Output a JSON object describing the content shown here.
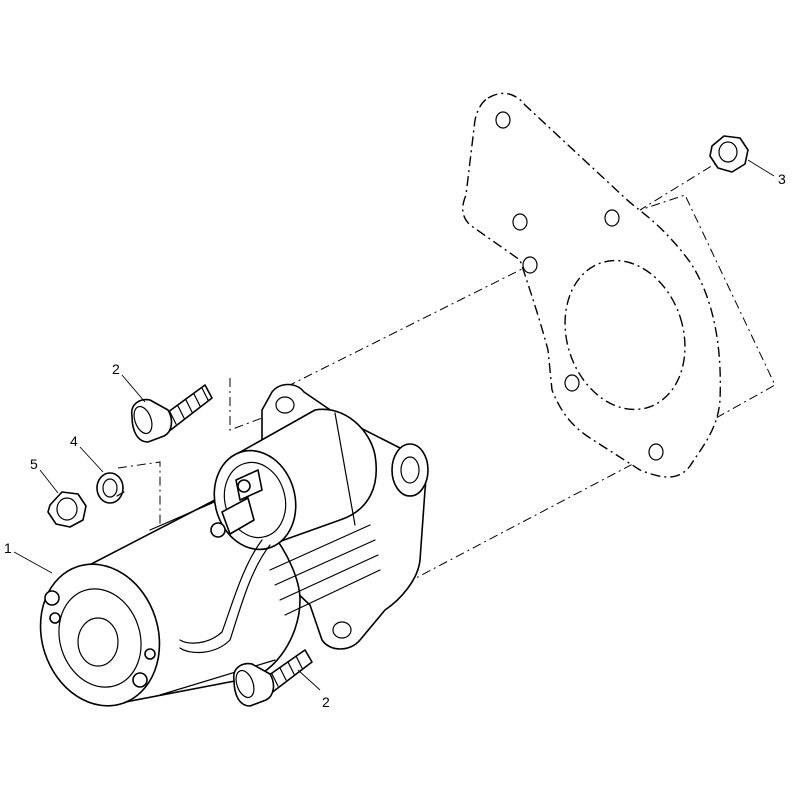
{
  "callouts": [
    {
      "id": "starter-motor",
      "label": "1"
    },
    {
      "id": "bolt-upper",
      "label": "2"
    },
    {
      "id": "bolt-lower",
      "label": "2"
    },
    {
      "id": "nut-right",
      "label": "3"
    },
    {
      "id": "lock-washer",
      "label": "4"
    },
    {
      "id": "nut-left",
      "label": "5"
    }
  ]
}
